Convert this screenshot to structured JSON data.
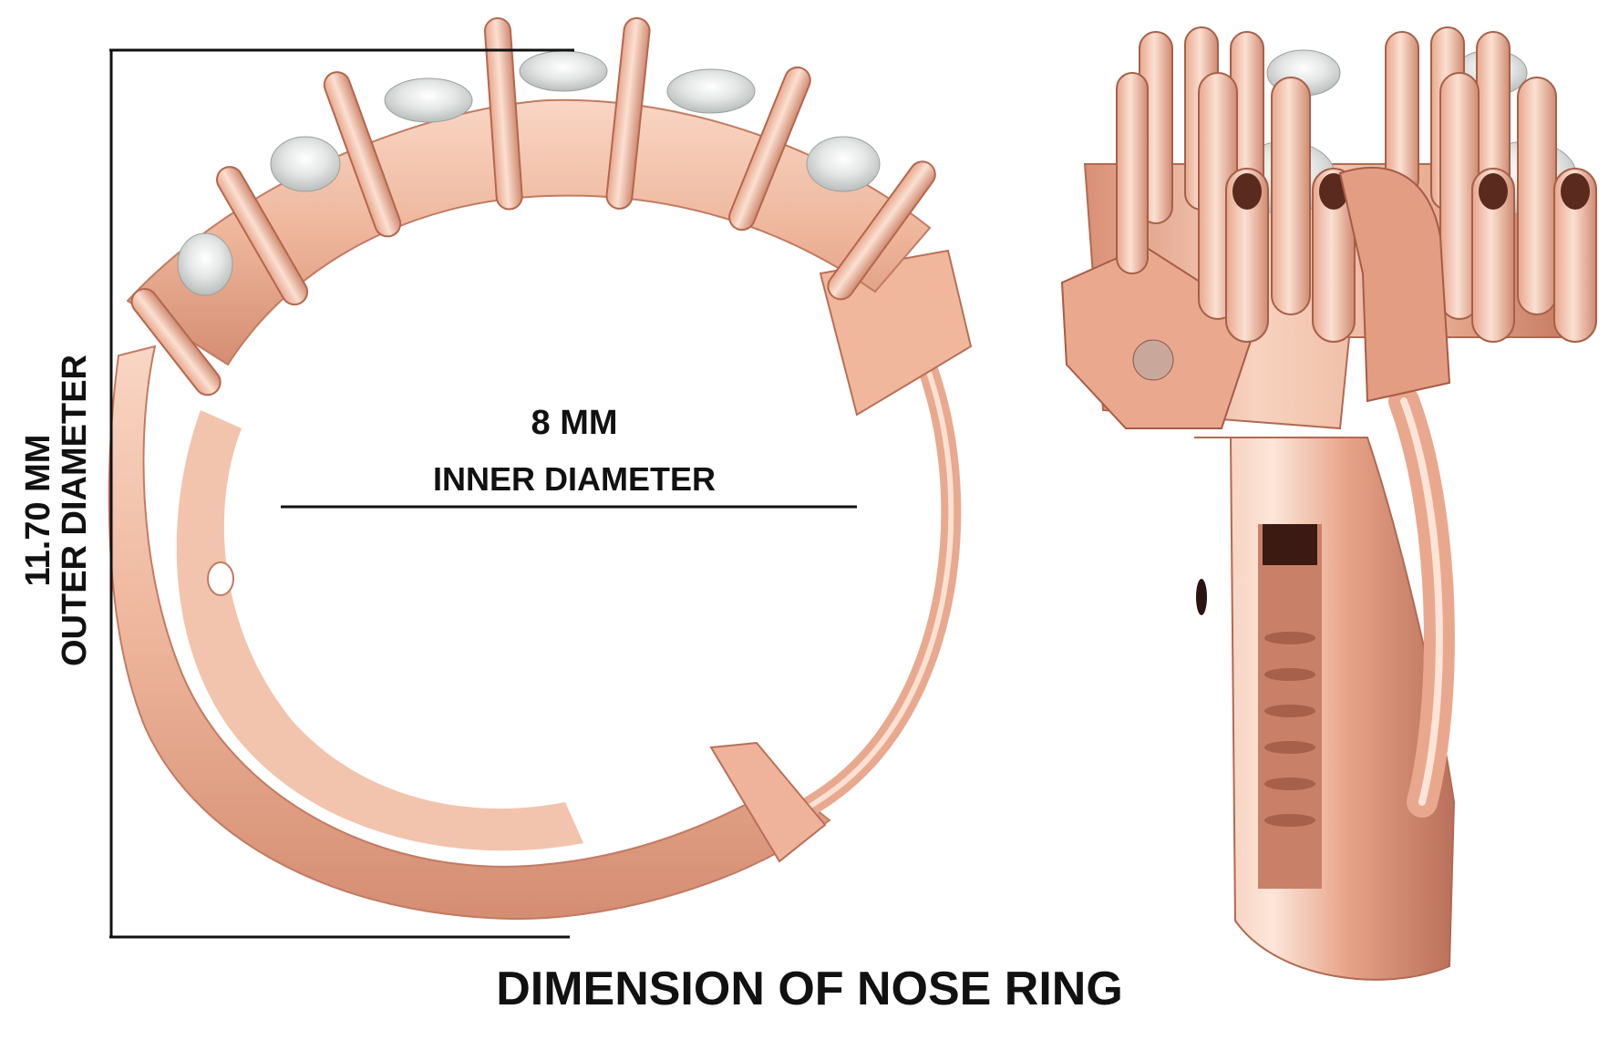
{
  "caption": "DIMENSION OF NOSE RING",
  "inner_diameter": {
    "value": "8 MM",
    "label": "INNER DIAMETER"
  },
  "outer_diameter": {
    "value": "11.70 MM",
    "label": "OUTER DIAMETER"
  },
  "colors": {
    "metal_light": "#f6cdb8",
    "metal_mid": "#e9a88e",
    "metal_dark": "#b86a52",
    "metal_shadow": "#8a4634",
    "stone": "#dfe3e0",
    "dimension_line": "#111111"
  },
  "icons": [
    "nose-ring-front-view",
    "nose-ring-side-view"
  ]
}
